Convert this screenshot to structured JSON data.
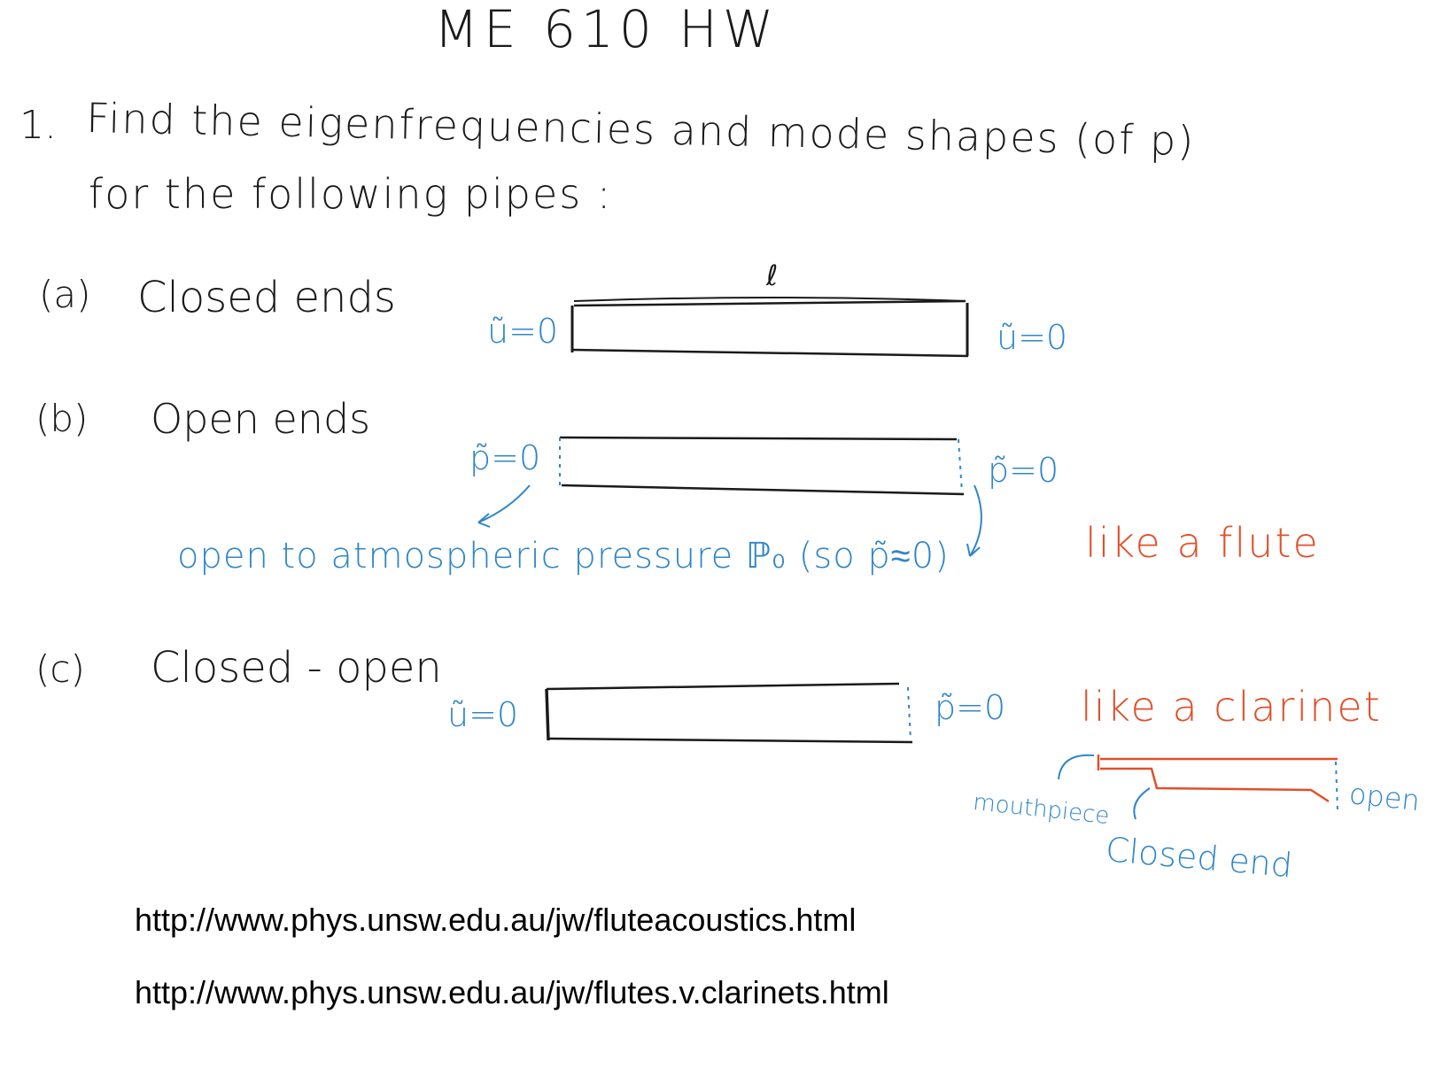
{
  "header": {
    "title": "ME 610 HW"
  },
  "question": {
    "number": "1.",
    "line1": "Find the eigenfrequencies and mode shapes (of p)",
    "line2": "for the following pipes :"
  },
  "parts": [
    {
      "label": "(a)",
      "title": "Closed ends",
      "length_label": "ℓ",
      "left_bc": "ũ=0",
      "right_bc": "ũ=0"
    },
    {
      "label": "(b)",
      "title": "Open ends",
      "left_bc": "p̃=0",
      "right_bc": "p̃=0",
      "note": "open to atmospheric pressure ℙ₀ (so p̃≈0)",
      "comparison": "like a flute"
    },
    {
      "label": "(c)",
      "title": "Closed - open",
      "left_bc": "ũ=0",
      "right_bc": "p̃=0",
      "comparison": "like a clarinet",
      "sketch_labels": {
        "mouthpiece": "mouthpiece",
        "open": "open",
        "closed_end": "Closed end"
      }
    }
  ],
  "links": [
    "http://www.phys.unsw.edu.au/jw/fluteacoustics.html",
    "http://www.phys.unsw.edu.au/jw/flutes.v.clarinets.html"
  ],
  "colors": {
    "ink": "#1a1a1a",
    "blue": "#2f86c8",
    "red": "#e0502a"
  }
}
